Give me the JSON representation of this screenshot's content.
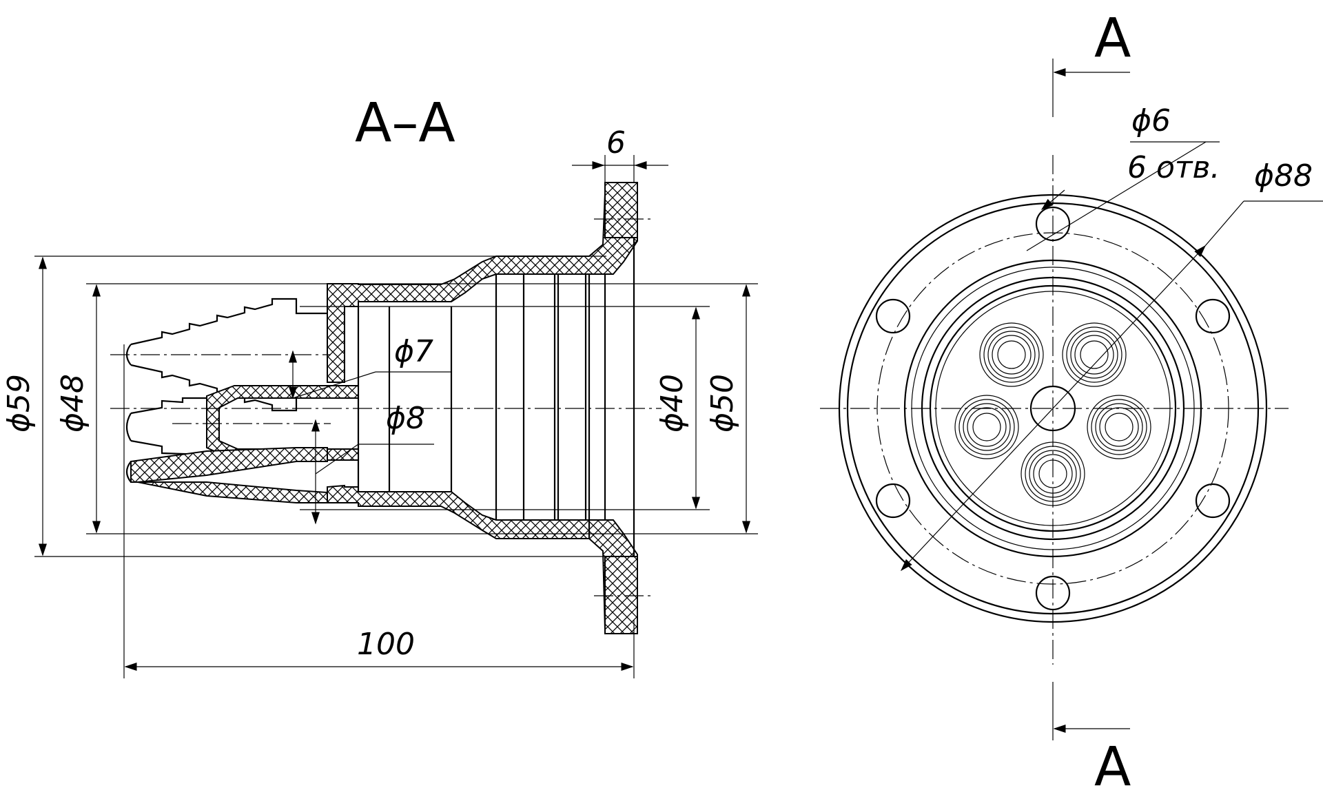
{
  "section_title": "A–A",
  "section_mark_top": "A",
  "section_mark_bottom": "A",
  "dims": {
    "flange_thickness": "6",
    "overall_length": "100",
    "d59": "ϕ59",
    "d48": "ϕ48",
    "d40": "ϕ40",
    "d50": "ϕ50",
    "d7": "ϕ7",
    "d8": "ϕ8",
    "hole_diameter": "ϕ6",
    "hole_count": "6 отв.",
    "bolt_circle": "ϕ88"
  }
}
